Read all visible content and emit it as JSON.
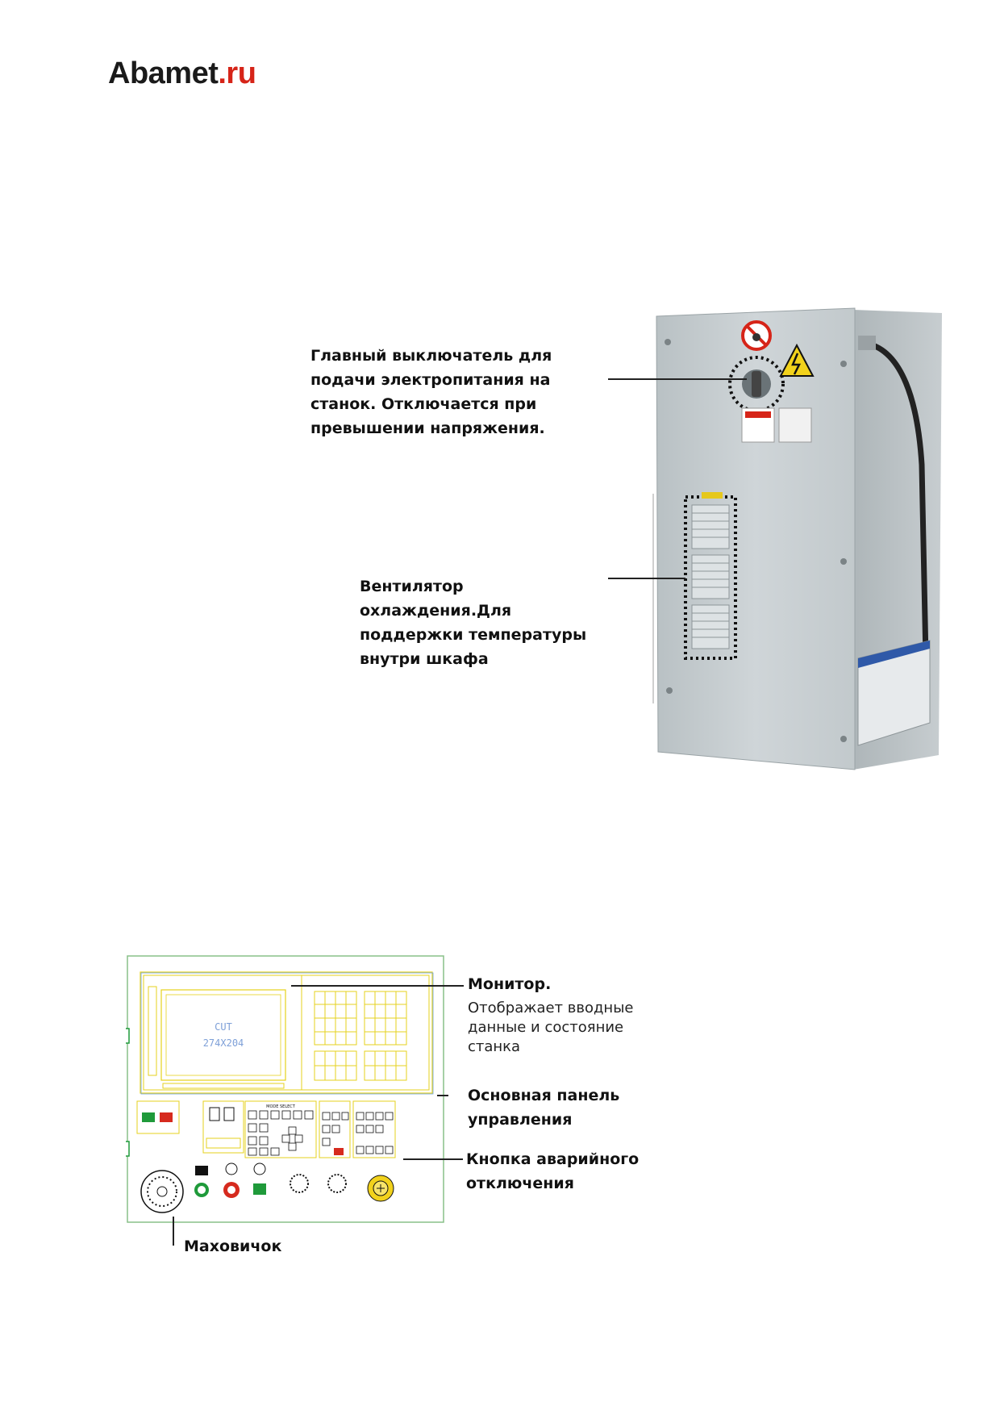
{
  "header": {
    "logo_brand": "Abamet",
    "logo_tld": ".ru"
  },
  "cabinet_callouts": {
    "main_switch": [
      "Главный выключатель для",
      "подачи электропитания на",
      "станок. Отключается при",
      "превышении напряжения."
    ],
    "fan": [
      "Вентилятор",
      "охлаждения.Для",
      "поддержки температуры",
      "внутри шкафа"
    ]
  },
  "panel_callouts": {
    "monitor_title": "Монитор.",
    "monitor_desc": [
      "Отображает вводные",
      "данные и состояние",
      "станка"
    ],
    "main_panel": [
      "Основная панель",
      "управления"
    ],
    "emergency": [
      "Кнопка аварийного",
      "отключения"
    ],
    "handwheel": "Маховичок"
  },
  "panel_drawing": {
    "screen_line1": "CUT",
    "screen_line2": "274X204",
    "mode_select": "MODE SELECT"
  },
  "colors": {
    "logo_red": "#d62418",
    "cabinet_gray": "#c9d0d3",
    "panel_outline": "#88c088",
    "panel_yellow": "#e6d21c",
    "panel_red": "#d62a1e",
    "panel_green": "#1f9a3a"
  }
}
